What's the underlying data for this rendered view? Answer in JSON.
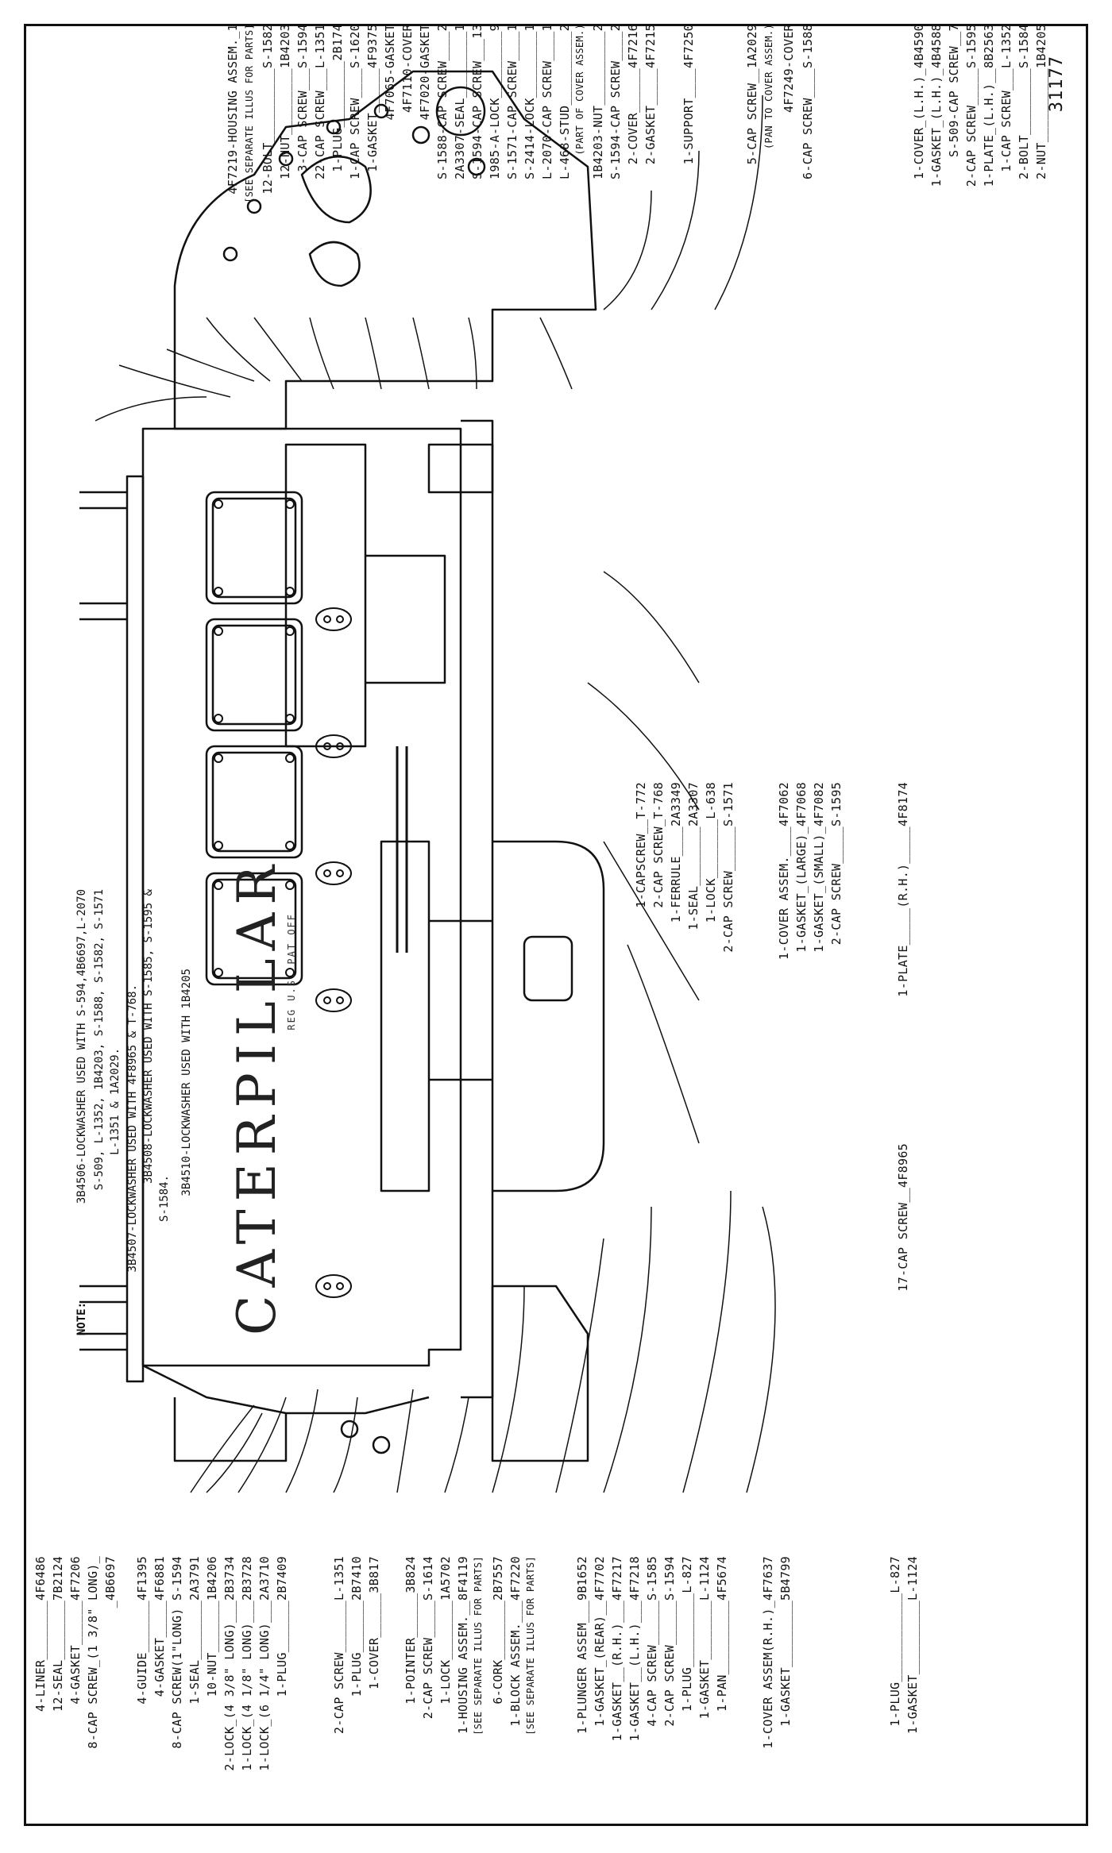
{
  "page_number": "31177",
  "brand": {
    "name": "CATERPILLAR",
    "trademark": "REG U.S. PAT OFF"
  },
  "note": {
    "heading": "NOTE:",
    "lines": [
      "3B4506-LOCKWASHER USED WITH S-594,4B6697,L-2070",
      "S-509, L-1352, 1B4203, S-1588, S-1582, S-1571",
      "L-1351 & 1A2029.",
      "3B4507-LOCKWASHER USED WITH 4F8965 & T-768.",
      "3B4508-LOCKWASHER USED WITH S-1585, S-1595 &",
      "S-1584.",
      "3B4510-LOCKWASHER USED WITH 1B4205"
    ]
  },
  "labels_bottom": [
    "4-LINER________4F6486",
    "12-SEAL________7B2124",
    "4-GASKET______4F7206",
    "8-CAP SCREW_(1 3/8\" LONG)_",
    "_4B6697",
    "4-GUIDE_______4F1395",
    "4-GASKET_____4F6881",
    "8-CAP SCREW(1\"LONG) S-1594",
    "1-SEAL________2A3791",
    "10-NUT_______1B4206",
    "2-LOCK_(4 3/8\" LONG)___2B3734",
    "1-LOCK_(4 1/8\" LONG)___2B3728",
    "1-LOCK_(6 1/4\" LONG)___2A3710",
    "1-PLUG_______2B7409",
    "2-CAP SCREW_______L-1351",
    "1-PLUG_______2B7410",
    "1-COVER______3B817",
    "1-POINTER______3B824",
    "2-CAP SCREW_____S-1614",
    "1-LOCK________1A5702",
    "1-HOUSING ASSEM.__8F4119",
    "[SEE SEPARATE ILLUS FOR PARTS]",
    "6-CORK________2B7557",
    "1-BLOCK ASSEM.___4F7220",
    "[SEE SEPARATE ILLUS FOR PARTS]",
    "1-PLUNGER ASSEM___9B1652",
    "1-GASKET_(REAR)__4F7702",
    "1-GASKET__(R.H.)___4F7217",
    "1-GASKET__(L.H.)___4F7218",
    "4-CAP SCREW______S-1585",
    "2-CAP SCREW______S-1594",
    "1-PLUG__________L-827",
    "1-GASKET________L-1124",
    "1-PAN__________4F5674",
    "1-COVER ASSEM(R.H.)_4F7637",
    "1-GASKET_________5B4799",
    "1-PLUG____________L-827",
    "1-GASKET__________L-1124"
  ],
  "labels_mid": [
    "17-CAP SCREW__4F8965",
    "1-CAPSCREW__T-772",
    "2-CAP SCREW_T-768",
    "1-FERRULE____2A3349",
    "1-SEAL________2A3307",
    "1-LOCK________L-638",
    "2-CAP SCREW______S-1571",
    "1-COVER ASSEM.____4F7062",
    "1-GASKET_(LARGE)_4F7068",
    "1-GASKET_(SMALL)_4F7082",
    "2-CAP SCREW_____S-1595",
    "1-PLATE_____(R.H.)_____4F8174"
  ],
  "labels_top": [
    "4F7219-HOUSING ASSEM._1",
    "[SEE SEPARATE ILLUS FOR PARTS]",
    "12-BOLT__________S-1582",
    "12-NUT_________1B4203",
    "3-CAP SCREW___S-1594",
    "22-CAP SCREW___L-1351",
    "1-PLUG_________2B174",
    "1-CAP SCREW____S-1620",
    "1-GASKET______4F9375",
    "4F7065-GASKET",
    "4F7110-COVER",
    "4F7020-GASKET",
    "S-1588-CAP SCREW____2",
    "2A3307-SEAL_________1",
    "S-1594-CAP SCREW___13",
    "1985-A-LOCK_________9",
    "S-1571-CAP SCREW____1",
    "S-2414-LOCK_________1",
    "L-2070-CAP SCREW____1",
    "L-468-STUD__________2",
    "(PART OF COVER ASSEM.)",
    "1B4203-NUT__________2",
    "S-1594-CAP SCREW____2",
    "2-COVER______4F7216",
    "2-GASKET_____4F7215",
    "1-SUPPORT____4F7250",
    "5-CAP SCREW__1A2029",
    "(PAN TO COVER ASSEM.)",
    "4F7249-COVER",
    "6-CAP SCREW____S-1588",
    "1-COVER_(L.H.)_4B4590",
    "1-GASKET_(L.H.)_4B4588",
    "S-509-CAP SCREW__7",
    "2-CAP SCREW_____S-1595",
    "1-PLATE_(L.H.)__8B2563",
    "1-CAP SCREW___L-1352",
    "2-BOLT_________S-1584",
    "2-NUT__________1B4205"
  ]
}
